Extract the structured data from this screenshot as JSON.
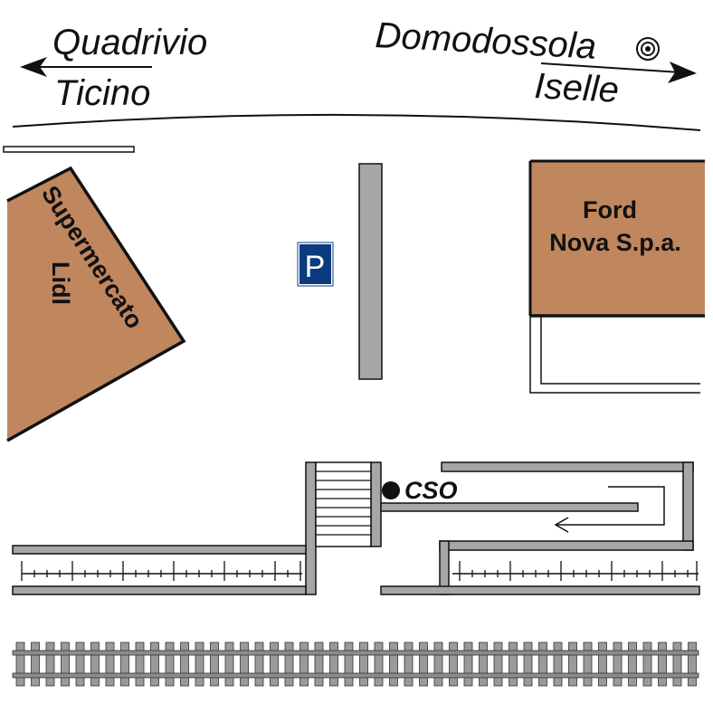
{
  "directions": {
    "left_line1": "Quadrivio",
    "left_line2": "Ticino",
    "right_line1": "Domodossola",
    "right_line2": "Iselle"
  },
  "buildings": {
    "lidl_line1": "Supermercato",
    "lidl_line2": "Lidl",
    "ford_line1": "Ford",
    "ford_line2": "Nova S.p.a."
  },
  "parking": {
    "label": "P"
  },
  "station": {
    "label": "CSO"
  },
  "colors": {
    "building_fill": "#c0865e",
    "platform_gray": "#a6a6a6",
    "parking_blue": "#0b3b7e",
    "outline": "#111111"
  },
  "icons": {
    "station_marker": "circle-dot-icon",
    "target": "concentric-circles-icon",
    "parking": "parking-sign-icon"
  }
}
